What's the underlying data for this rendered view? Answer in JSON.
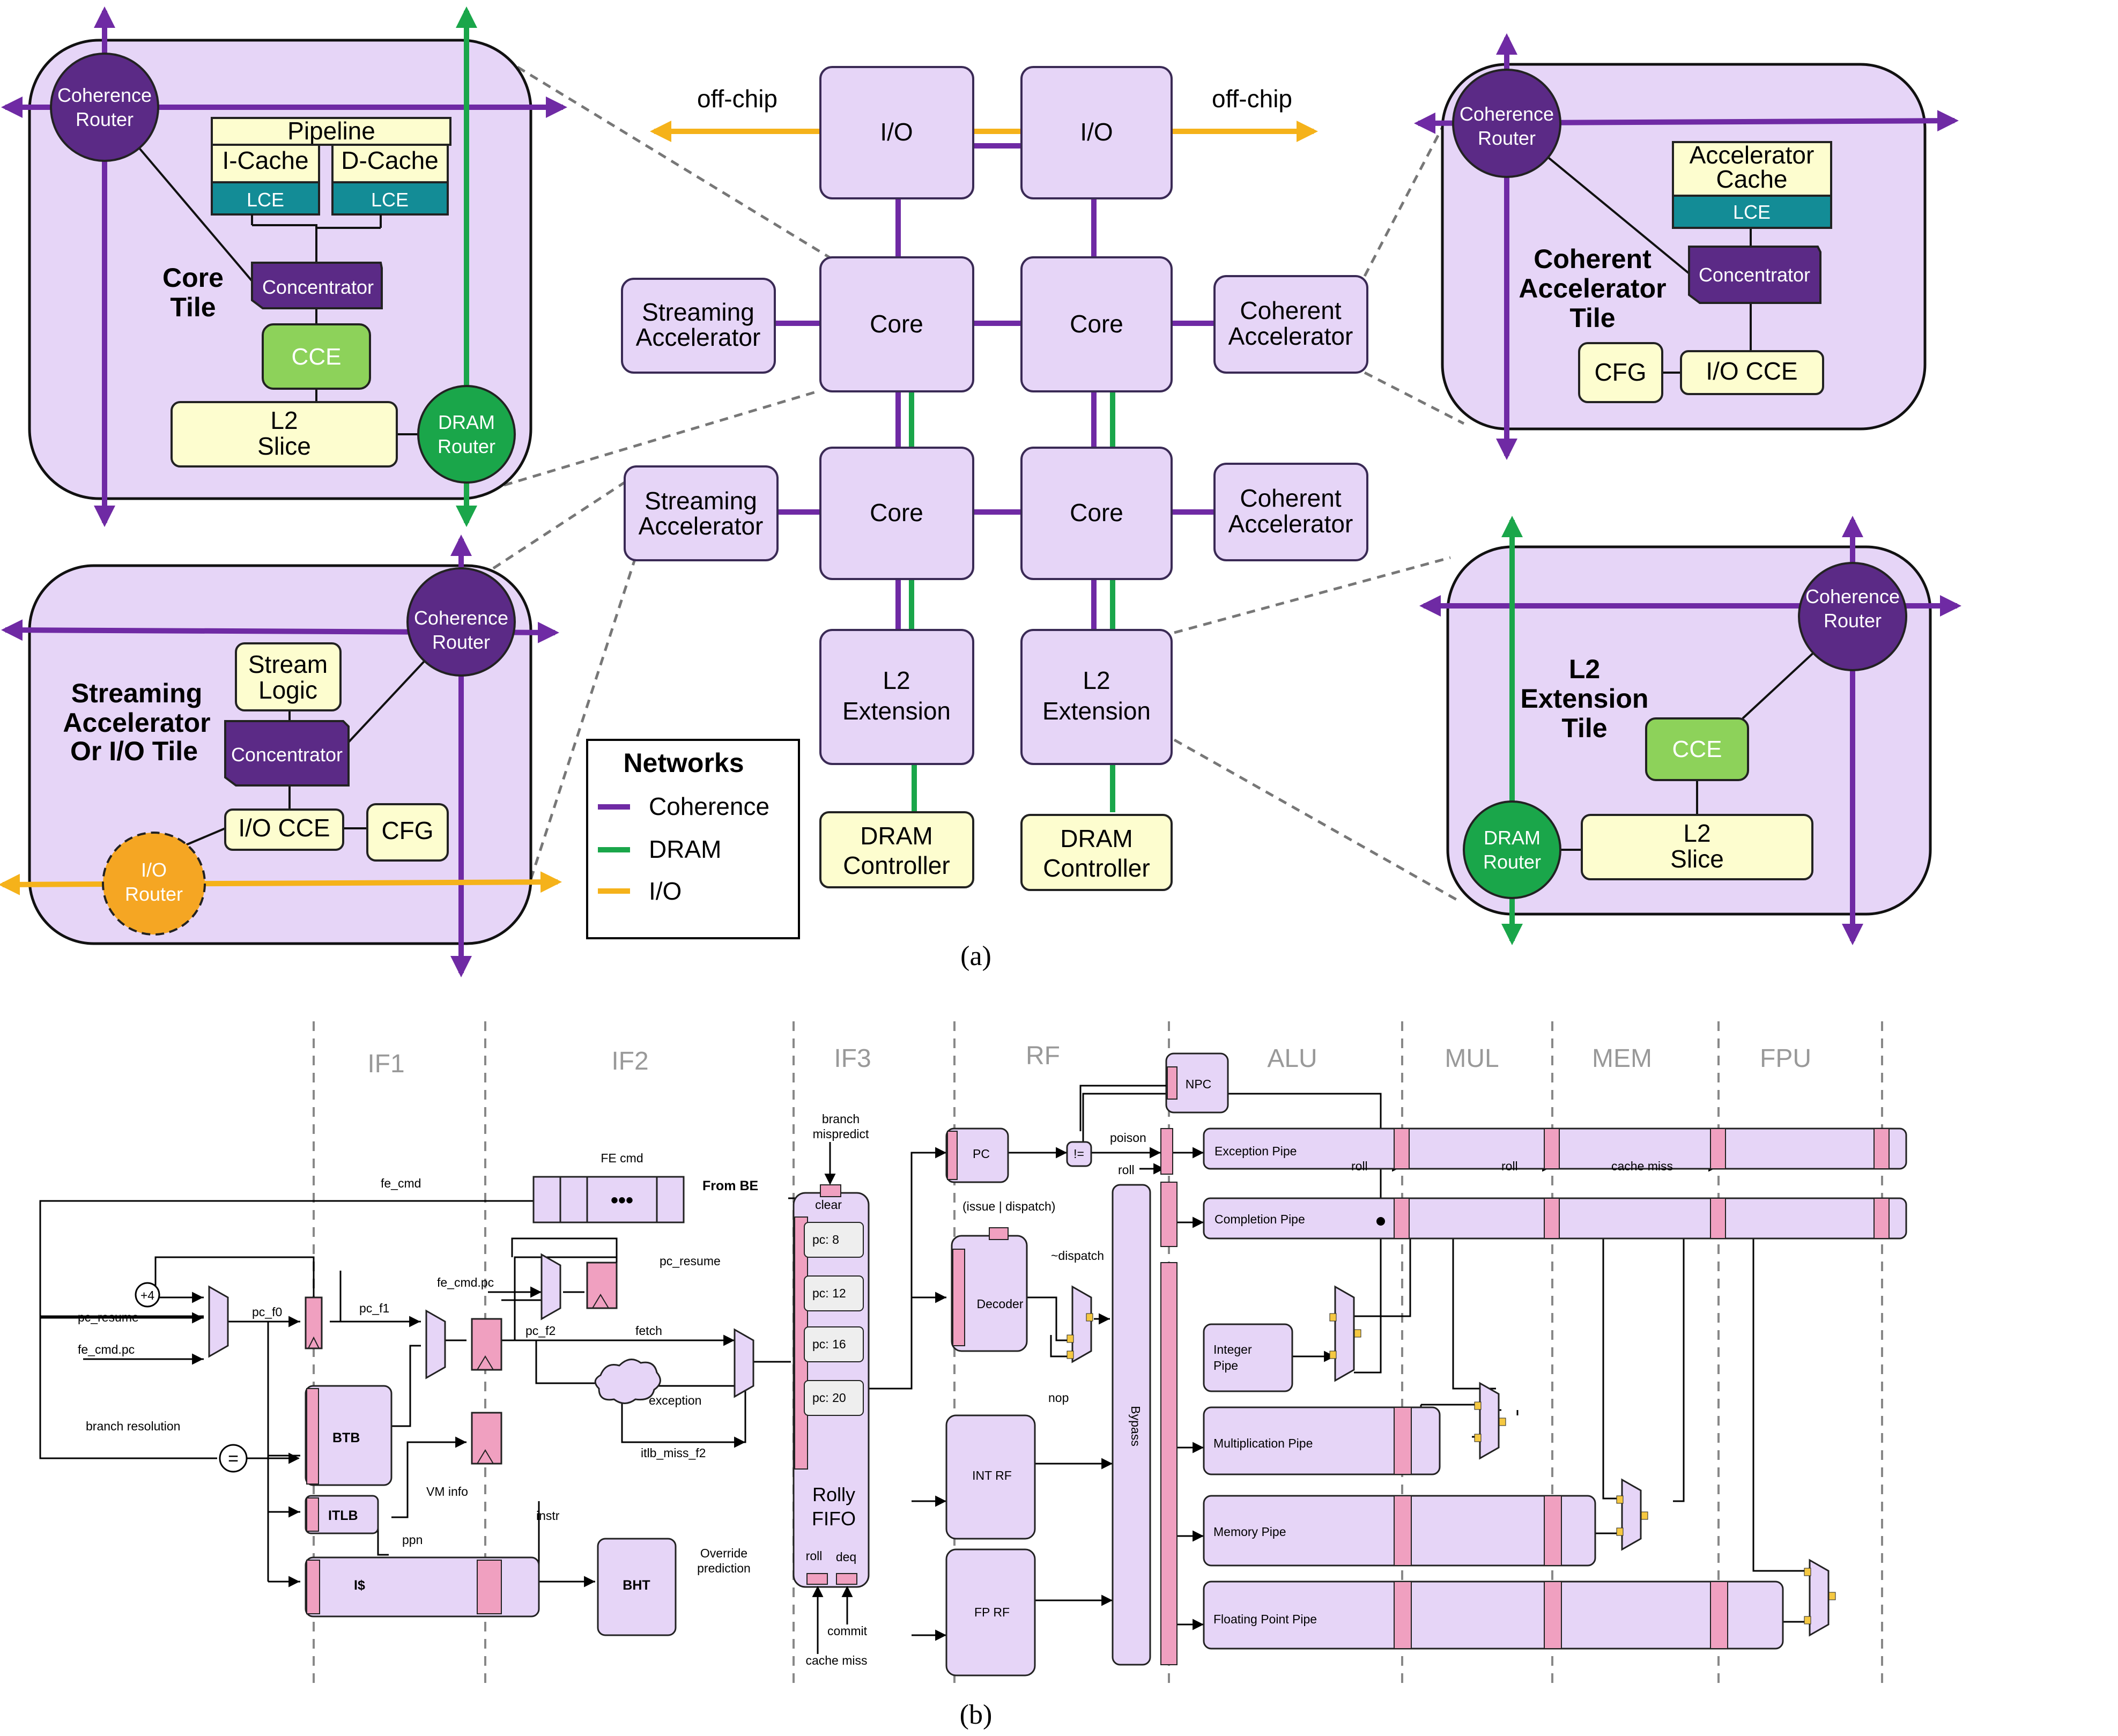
{
  "colors": {
    "coherence": "#6f2aa4",
    "dram": "#1aa64a",
    "io": "#f5a623",
    "tile_bg": "#e6d5f7",
    "l1_bg": "#fdfdcf",
    "lce": "#138c96",
    "cce": "#8dd25a",
    "concentrator": "#5b2a86",
    "pink": "#f0a0c0"
  },
  "panel_a": {
    "caption": "(a)",
    "offchip_left": "off-chip",
    "offchip_right": "off-chip",
    "io_left": "I/O",
    "io_right": "I/O",
    "core": "Core",
    "streaming_accel": [
      "Streaming",
      "Accelerator"
    ],
    "coherent_accel": [
      "Coherent",
      "Accelerator"
    ],
    "l2_ext": [
      "L2",
      "Extension"
    ],
    "dram_ctrl": [
      "DRAM",
      "Controller"
    ],
    "legend": {
      "title": "Networks",
      "items": [
        "Coherence",
        "DRAM",
        "I/O"
      ]
    },
    "core_tile": {
      "title": [
        "Core",
        "Tile"
      ],
      "coherence_router": [
        "Coherence",
        "Router"
      ],
      "pipeline": "Pipeline",
      "icache": "I-Cache",
      "dcache": "D-Cache",
      "lce": "LCE",
      "concentrator": "Concentrator",
      "cce": "CCE",
      "l2": [
        "L2",
        "Slice"
      ],
      "dram_router": [
        "DRAM",
        "Router"
      ]
    },
    "accel_tile": {
      "title": [
        "Coherent",
        "Accelerator",
        "Tile"
      ],
      "coherence_router": [
        "Coherence",
        "Router"
      ],
      "accel_cache": [
        "Accelerator",
        "Cache"
      ],
      "lce": "LCE",
      "concentrator": "Concentrator",
      "cfg": "CFG",
      "io_cce": "I/O CCE"
    },
    "stream_tile": {
      "title": [
        "Streaming",
        "Accelerator",
        "Or I/O Tile"
      ],
      "coherence_router": [
        "Coherence",
        "Router"
      ],
      "stream_logic": [
        "Stream",
        "Logic"
      ],
      "concentrator": "Concentrator",
      "io_cce": "I/O CCE",
      "cfg": "CFG",
      "io_router": [
        "I/O",
        "Router"
      ]
    },
    "l2_tile": {
      "title": [
        "L2",
        "Extension",
        "Tile"
      ],
      "coherence_router": [
        "Coherence",
        "Router"
      ],
      "cce": "CCE",
      "dram_router": [
        "DRAM",
        "Router"
      ],
      "l2": [
        "L2",
        "Slice"
      ]
    }
  },
  "panel_b": {
    "caption": "(b)",
    "stages": [
      "IF1",
      "IF2",
      "IF3",
      "RF",
      "ALU",
      "MUL",
      "MEM",
      "FPU"
    ],
    "labels": {
      "fe_cmd_queue": "FE cmd",
      "from_be": "From BE",
      "fe_cmd": "fe_cmd",
      "pc_resume_top": "pc_resume",
      "plus4": "+4",
      "pc_resume": "pc_resume",
      "fe_cmd_pc": "fe_cmd.pc",
      "pc_f0": "pc_f0",
      "pc_f1": "pc_f1",
      "fe_cmd_pc2": "fe_cmd.pc",
      "pc_f2": "pc_f2",
      "fetch": "fetch",
      "exception": "exception",
      "itlb_miss": "itlb_miss_f2",
      "branch_resolution": "branch resolution",
      "eq": "=",
      "btb": "BTB",
      "itlb": "ITLB",
      "vm_info": "VM info",
      "ppn": "ppn",
      "instr": "instr",
      "icache": "I$",
      "bht": "BHT",
      "override": [
        "Override",
        "prediction"
      ],
      "branch_mispredict": [
        "branch",
        "mispredict"
      ],
      "clear": "clear",
      "fifo_entries": [
        "pc: 8",
        "pc: 12",
        "pc: 16",
        "pc: 20"
      ],
      "rolly": [
        "Rolly",
        "FIFO"
      ],
      "roll": "roll",
      "deq": "deq",
      "commit": "commit",
      "cache_miss": "cache miss",
      "pc": "PC",
      "neq": "!=",
      "poison": "poison",
      "issue_dispatch": "(issue | dispatch)",
      "decoder": "Decoder",
      "not_dispatch": "~dispatch",
      "nop": "nop",
      "int_rf": "INT RF",
      "fp_rf": "FP RF",
      "bypass": "Bypass",
      "npc": "NPC",
      "exception_pipe": "Exception Pipe",
      "completion_pipe": "Completion Pipe",
      "integer_pipe": [
        "Integer",
        "Pipe"
      ],
      "mul_pipe": "Multiplication Pipe",
      "mem_pipe": "Memory Pipe",
      "fp_pipe": "Floating Point Pipe",
      "roll1": "roll",
      "roll2": "roll",
      "cache_miss2": "cache miss",
      "dots": "•••"
    }
  }
}
